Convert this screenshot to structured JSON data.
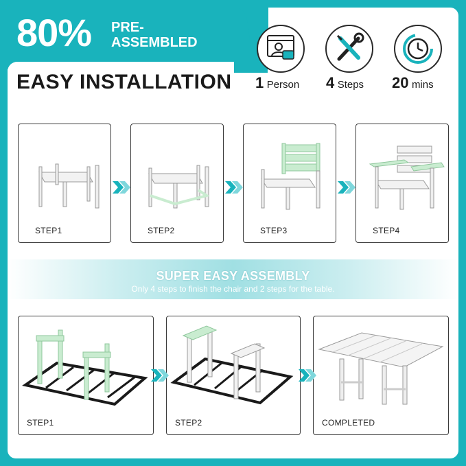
{
  "header": {
    "percent": "80%",
    "line1": "PRE-",
    "line2": "ASSEMBLED",
    "title": "EASY INSTALLATION"
  },
  "stats": [
    {
      "icon": "person-computer-icon",
      "num": "1",
      "unit": "Person"
    },
    {
      "icon": "wrench-screwdriver-icon",
      "num": "4",
      "unit": "Steps"
    },
    {
      "icon": "clock-icon",
      "num": "20",
      "unit": "mins"
    }
  ],
  "chair_steps": [
    "STEP1",
    "STEP2",
    "STEP3",
    "STEP4"
  ],
  "band": {
    "title": "SUPER EASY ASSEMBLY",
    "subtitle": "Only 4 steps to finish the chair and 2 steps for the table."
  },
  "table_steps": [
    "STEP1",
    "STEP2",
    "COMPLETED"
  ],
  "colors": {
    "teal": "#19b3bc",
    "mint": "#c9ecd0",
    "dark": "#1a1a1a"
  }
}
